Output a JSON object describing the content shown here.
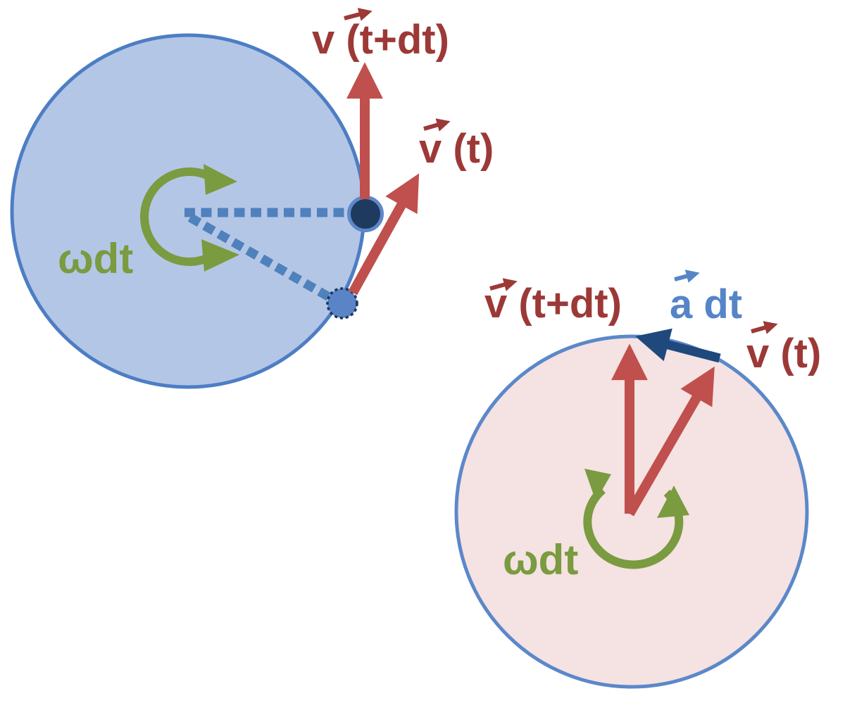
{
  "disk1": {
    "labels": {
      "v_t_plus_dt": "v (t+dt)",
      "v_t": "v (t)",
      "omega_dt": "ωdt"
    }
  },
  "disk2": {
    "labels": {
      "v_t_plus_dt": "v (t+dt)",
      "a_dt": "a dt",
      "v_t": "v (t)",
      "omega_dt": "ωdt"
    }
  },
  "colors": {
    "background": "#ffffff",
    "red_arrow": "#c0504d",
    "red_label": "#9c3937",
    "green": "#7a9b3f",
    "light_blue_fill": "#b4c6e6",
    "blue_outline": "#4d7ec4",
    "dotted_radius_blue": "#4f81bd",
    "dark_navy_dot": "#1e3a5f",
    "dark_navy_dot_ring": "#5d87cb",
    "medium_blue_dot": "#5b84c6",
    "dotted_dot_outline": "#17375e",
    "pink_fill": "#f5e2e2",
    "pink_outline": "#5b88c9",
    "navy_arrow": "#1f497d",
    "blue_label": "#5585c8"
  }
}
